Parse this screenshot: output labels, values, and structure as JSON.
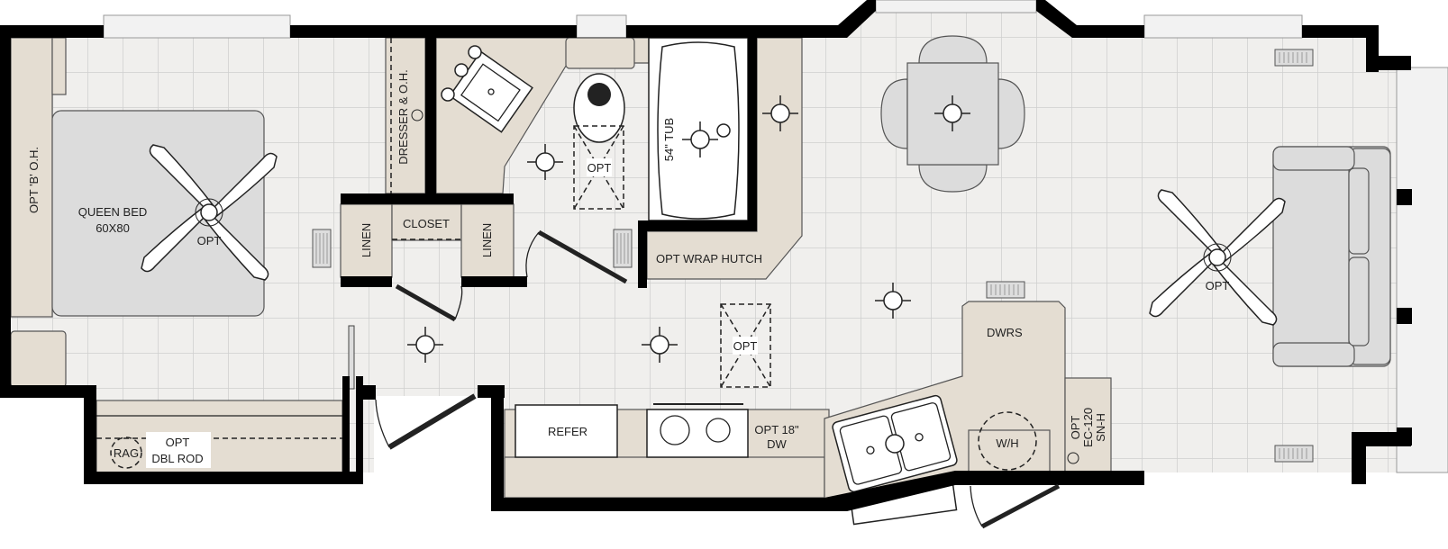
{
  "floorplan": {
    "labels": {
      "opt_b_oh": "OPT 'B' O.H.",
      "queen_bed_1": "QUEEN BED",
      "queen_bed_2": "60X80",
      "bedroom_fan_opt": "OPT",
      "dresser": "DRESSER & O.H.",
      "linen_left": "LINEN",
      "closet": "CLOSET",
      "linen_right": "LINEN",
      "bath_shower_opt": "OPT",
      "tub": "54\" TUB",
      "wrap_hutch": "OPT WRAP HUTCH",
      "skylight_opt": "OPT",
      "refer": "REFER",
      "dw_1": "OPT 18\"",
      "dw_2": "DW",
      "dwrs": "DWRS",
      "water_heater": "W/H",
      "ec_1": "OPT",
      "ec_2": "EC-120",
      "ec_3": "SN-H",
      "living_fan_opt": "OPT",
      "rod_1": "OPT",
      "rod_2": "DBL ROD",
      "rag": "RAG"
    },
    "colors": {
      "wall": "#000000",
      "floor": "#f0efed",
      "grid": "#cfcfcf",
      "cabinet": "#e4ddd2",
      "furniture": "#dcdcdc"
    },
    "icons": [
      "ceiling-fan-icon",
      "light-fixture-icon",
      "vent-icon",
      "tv-outlet-icon",
      "toilet-icon",
      "sink-icon",
      "range-icon"
    ]
  }
}
